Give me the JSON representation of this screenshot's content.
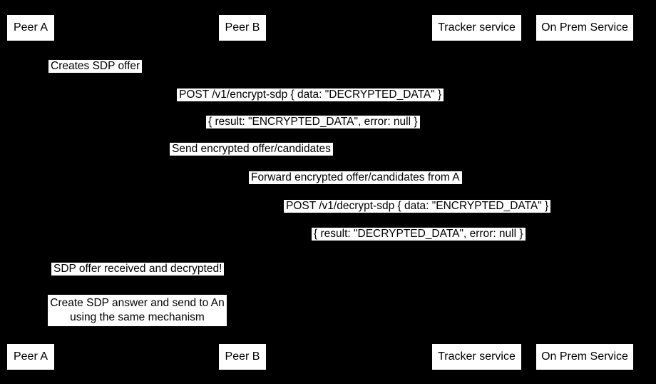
{
  "diagram": {
    "background_color": "#000000",
    "box_fill_color": "#ffffff",
    "text_color": "#000000",
    "actors": [
      {
        "label": "Peer A"
      },
      {
        "label": "Peer B"
      },
      {
        "label": "Tracker service"
      },
      {
        "label": "On Prem Service"
      }
    ],
    "messages": [
      {
        "text": "Creates SDP offer"
      },
      {
        "text": "POST /v1/encrypt-sdp { data: \"DECRYPTED_DATA\" }"
      },
      {
        "text": "{ result: \"ENCRYPTED_DATA\", error: null }"
      },
      {
        "text": "Send encrypted offer/candidates"
      },
      {
        "text": "Forward encrypted offer/candidates from A"
      },
      {
        "text": "POST /v1/decrypt-sdp { data: \"ENCRYPTED_DATA\" }"
      },
      {
        "text": "{ result: \"DECRYPTED_DATA\", error: null }"
      },
      {
        "text": "SDP offer received and decrypted!"
      }
    ],
    "note": {
      "line1": "Create SDP answer and send to An",
      "line2": "using the same mechanism"
    }
  }
}
